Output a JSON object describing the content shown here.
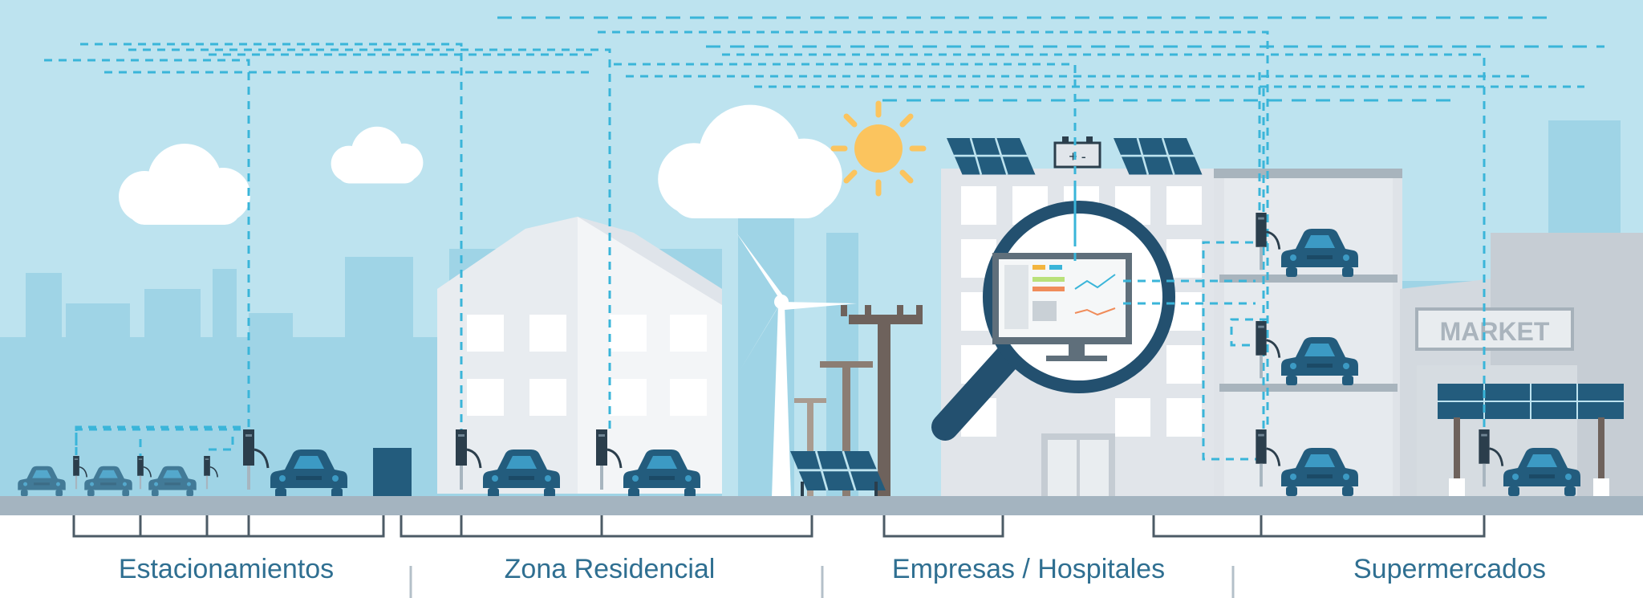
{
  "labels": {
    "sections": [
      "Estacionamientos",
      "Zona Residencial",
      "Empresas / Hospitales",
      "Supermercados"
    ],
    "market_sign": "MARKET",
    "battery_symbols": "+ -"
  },
  "colors": {
    "sky": "#bde3ef",
    "city_silhouette": "#9fd4e6",
    "car": "#235c7d",
    "car_window": "#3c9ac4",
    "building": "#e1e5ea",
    "ground": "#a4b4c0",
    "dashed_lines": "#3ab5d9",
    "caption_text": "#2f6f91",
    "sun": "#fbc45e",
    "solar_panel": "#235c7d"
  },
  "icons": [
    "car-icon",
    "charger-icon",
    "sun-icon",
    "cloud-icon",
    "wind-turbine-icon",
    "solar-panel-icon",
    "battery-icon",
    "magnifier-icon",
    "monitor-icon",
    "utility-pole-icon",
    "market-sign-icon"
  ]
}
